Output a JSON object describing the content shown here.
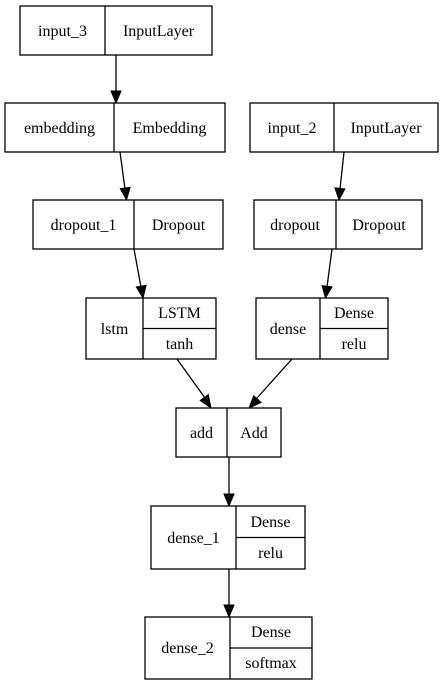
{
  "nodes": {
    "input_3": {
      "name": "input_3",
      "type": "InputLayer"
    },
    "embedding": {
      "name": "embedding",
      "type": "Embedding"
    },
    "input_2": {
      "name": "input_2",
      "type": "InputLayer"
    },
    "dropout_1": {
      "name": "dropout_1",
      "type": "Dropout"
    },
    "dropout": {
      "name": "dropout",
      "type": "Dropout"
    },
    "lstm": {
      "name": "lstm",
      "type": "LSTM",
      "activation": "tanh"
    },
    "dense": {
      "name": "dense",
      "type": "Dense",
      "activation": "relu"
    },
    "add": {
      "name": "add",
      "type": "Add"
    },
    "dense_1": {
      "name": "dense_1",
      "type": "Dense",
      "activation": "relu"
    },
    "dense_2": {
      "name": "dense_2",
      "type": "Dense",
      "activation": "softmax"
    }
  },
  "edges": [
    [
      "input_3",
      "embedding"
    ],
    [
      "embedding",
      "dropout_1"
    ],
    [
      "input_2",
      "dropout"
    ],
    [
      "dropout_1",
      "lstm"
    ],
    [
      "dropout",
      "dense"
    ],
    [
      "lstm",
      "add"
    ],
    [
      "dense",
      "add"
    ],
    [
      "add",
      "dense_1"
    ],
    [
      "dense_1",
      "dense_2"
    ]
  ]
}
